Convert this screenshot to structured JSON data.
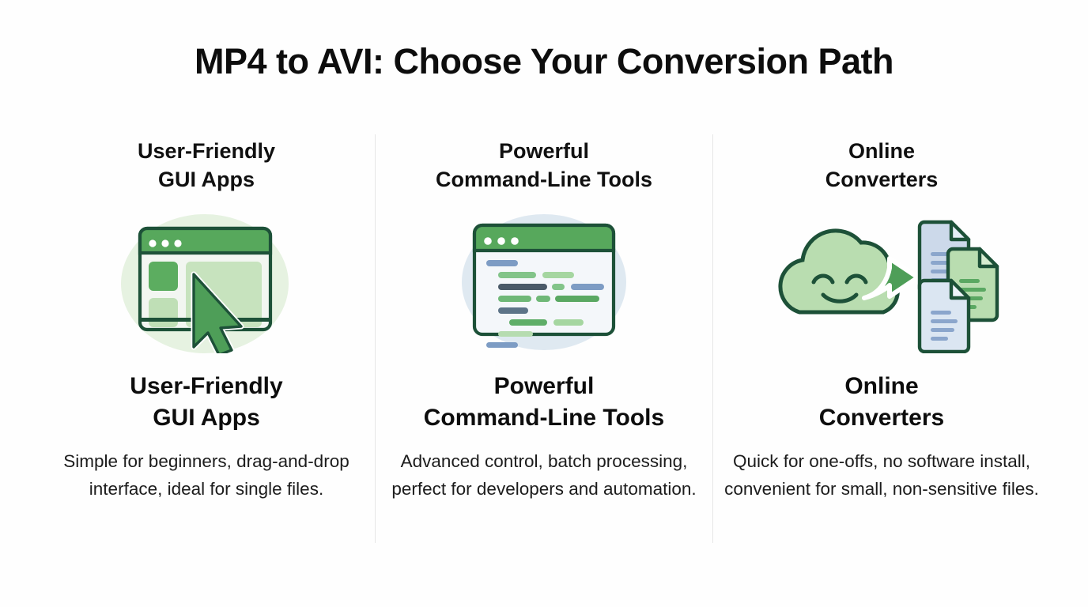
{
  "header": {
    "title": "MP4 to AVI: Choose Your Conversion Path"
  },
  "columns": [
    {
      "heading": "User-Friendly\nGUI Apps",
      "icon": "gui-window-cursor-icon",
      "title": "User-Friendly\nGUI Apps",
      "description": "Simple for beginners, drag-and-drop interface, ideal for single files."
    },
    {
      "heading": "Powerful\nCommand-Line Tools",
      "icon": "code-terminal-window-icon",
      "title": "Powerful\nCommand-Line Tools",
      "description": "Advanced control, batch processing, perfect for developers and automation."
    },
    {
      "heading": "Online\nConverters",
      "icon": "cloud-to-files-icon",
      "title": "Online\nConverters",
      "description": "Quick for one-offs, no software install, convenient for small, non-sensitive files."
    }
  ],
  "colors": {
    "background": "#fefefe",
    "title_text": "#0d0d0d",
    "body_text": "#1c1c1c",
    "divider": "#e6e6e6",
    "dark_green_stroke": "#1d5138",
    "green_accent": "#57a85c",
    "green_light": "#a9d6a3",
    "green_pale": "#c9e4c0",
    "green_tint_circle": "#e6f2e1",
    "blue_tint_circle": "#dfe9f1",
    "blue_doc": "#ccd9ea",
    "blue_line": "#8ba6cc",
    "slate_line": "#5d7488"
  }
}
